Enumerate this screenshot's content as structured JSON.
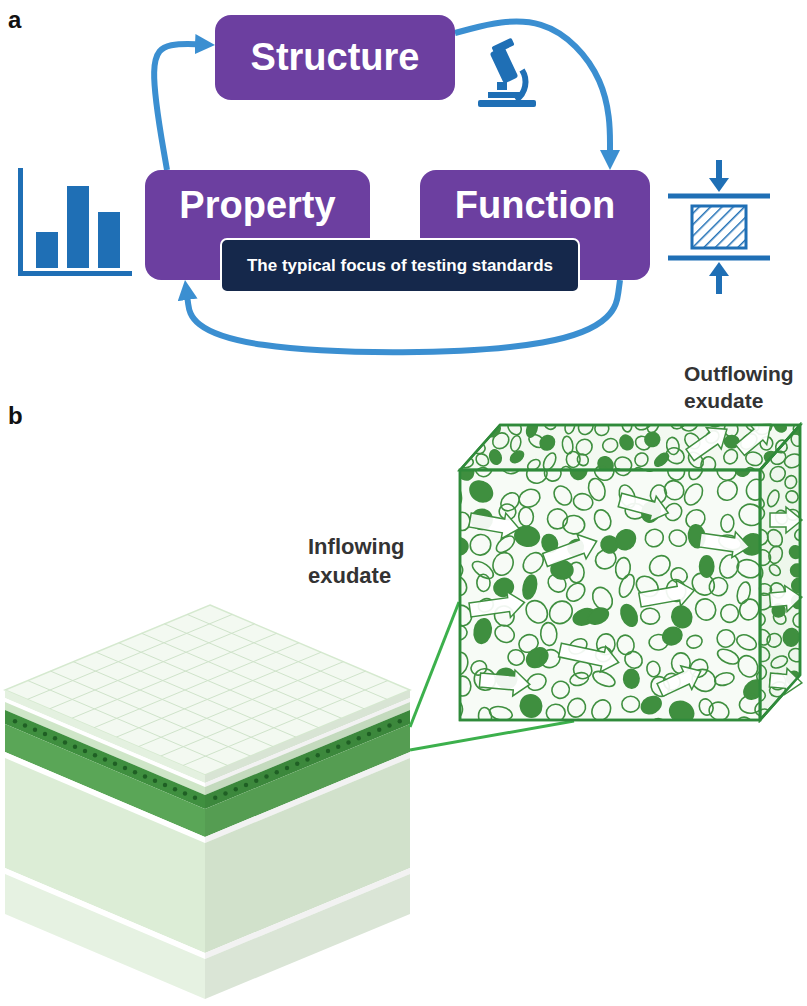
{
  "diagram": {
    "nodes": [
      {
        "text": [
          "Structure"
        ]
      },
      {
        "text": [
          "Property"
        ]
      },
      {
        "text": [
          "Function"
        ]
      },
      {
        "text": [
          "The typical focus of testing standards"
        ]
      }
    ],
    "edges": [
      {
        "from": 1,
        "to": 0,
        "arrow": "to"
      },
      {
        "from": 0,
        "to": 2,
        "arrow": "to"
      },
      {
        "from": 2,
        "to": 1,
        "arrow": "to"
      }
    ],
    "labels": [
      "a",
      "b",
      "Inflowing exudate",
      "Outflowing exudate"
    ]
  }
}
